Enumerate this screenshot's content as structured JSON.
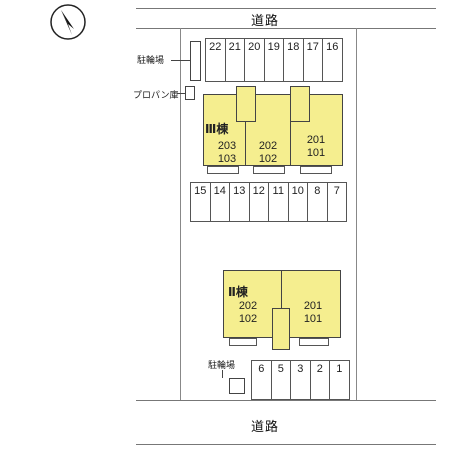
{
  "compass": {
    "icon": "north-arrow-icon"
  },
  "roads": {
    "top": "道路",
    "bottom": "道路"
  },
  "labels": {
    "bicycle_top": "駐輪場",
    "propane": "プロパン庫",
    "bicycle_bottom": "駐輪場"
  },
  "parking_top": [
    "22",
    "21",
    "20",
    "19",
    "18",
    "17",
    "16"
  ],
  "parking_middle": [
    "15",
    "14",
    "13",
    "12",
    "11",
    "10",
    "8",
    "7"
  ],
  "parking_bottom": [
    "6",
    "5",
    "3",
    "2",
    "1"
  ],
  "building3": {
    "name": "Ⅲ棟",
    "units": [
      {
        "upper": "203",
        "lower": "103"
      },
      {
        "upper": "202",
        "lower": "102"
      },
      {
        "upper": "201",
        "lower": "101"
      }
    ]
  },
  "building2": {
    "name": "Ⅱ棟",
    "units": [
      {
        "upper": "202",
        "lower": "102"
      },
      {
        "upper": "201",
        "lower": "101"
      }
    ]
  },
  "colors": {
    "building_fill": "#f5ee8f"
  }
}
